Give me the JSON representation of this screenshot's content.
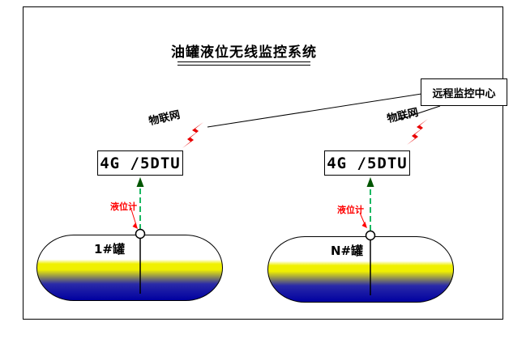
{
  "title": "油罐液位无线监控系统",
  "remote_center_label": "远程监控中心",
  "iot_label": "物联网",
  "dtu_label": "4G /5DTU",
  "gauge_label": "液位计",
  "tanks": {
    "left": "1#罐",
    "right": "N#罐"
  },
  "colors": {
    "lightning_red": "#e80000",
    "gauge_red": "#ff0000",
    "signal_green": "#00b050",
    "signal_head": "#005500",
    "liquid_yellow": "#f0f000",
    "liquid_blue": "#0000a0"
  }
}
